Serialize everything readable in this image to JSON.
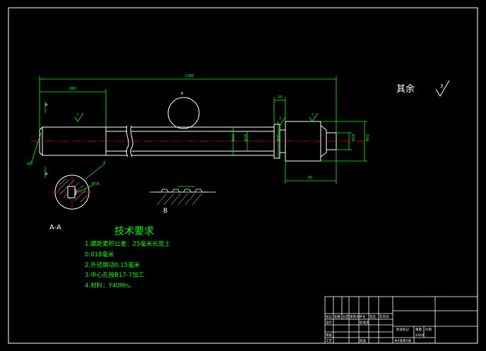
{
  "colors": {
    "background": "#000000",
    "outline": "#ffffff",
    "dimension": "#00ff00",
    "note_text": "#00ff00",
    "note_title": "#00ff00",
    "hatch": "#ffffff",
    "center_line": "#ff0000",
    "text_white": "#ffffff"
  },
  "drawing": {
    "remaining_roughness_label": "其余",
    "roughness_values": {
      "general": "3",
      "left_face": "7",
      "right_face": "7",
      "step_face": "7"
    },
    "section_label": "A-A",
    "detail_label": "B",
    "section_markers": [
      "A",
      "A"
    ],
    "detail_marker": "B",
    "dimensions": {
      "overall_length": "1380",
      "left_length": "380",
      "journal_length": "60",
      "shoulder_length": "10",
      "major_diameter": "Φ44",
      "bore_diameter": "Φ38",
      "step_diameter": "Φ36",
      "end_diameter": "Φ28",
      "end_step_diameter": "Φ32",
      "keyway_width": "Φ34",
      "keyway_depth": "4",
      "chamfer": "45°"
    }
  },
  "tech_requirements": {
    "title": "技术要求",
    "items": [
      "1.螺距累积公差：25毫米长度上",
      "0.018毫米",
      "2.外径跳动0.15毫米",
      "3.中心孔按B17-7加工",
      "4.材料：Y40Mn。"
    ]
  },
  "title_block": {
    "cells": [
      "标记",
      "处数",
      "分区",
      "更改文件号",
      "签名",
      "年月日",
      "设计",
      "标准化",
      "阶段标记",
      "重量",
      "比例",
      "审核",
      "工艺",
      "批准",
      "共X张第X张",
      "XXXX"
    ]
  }
}
